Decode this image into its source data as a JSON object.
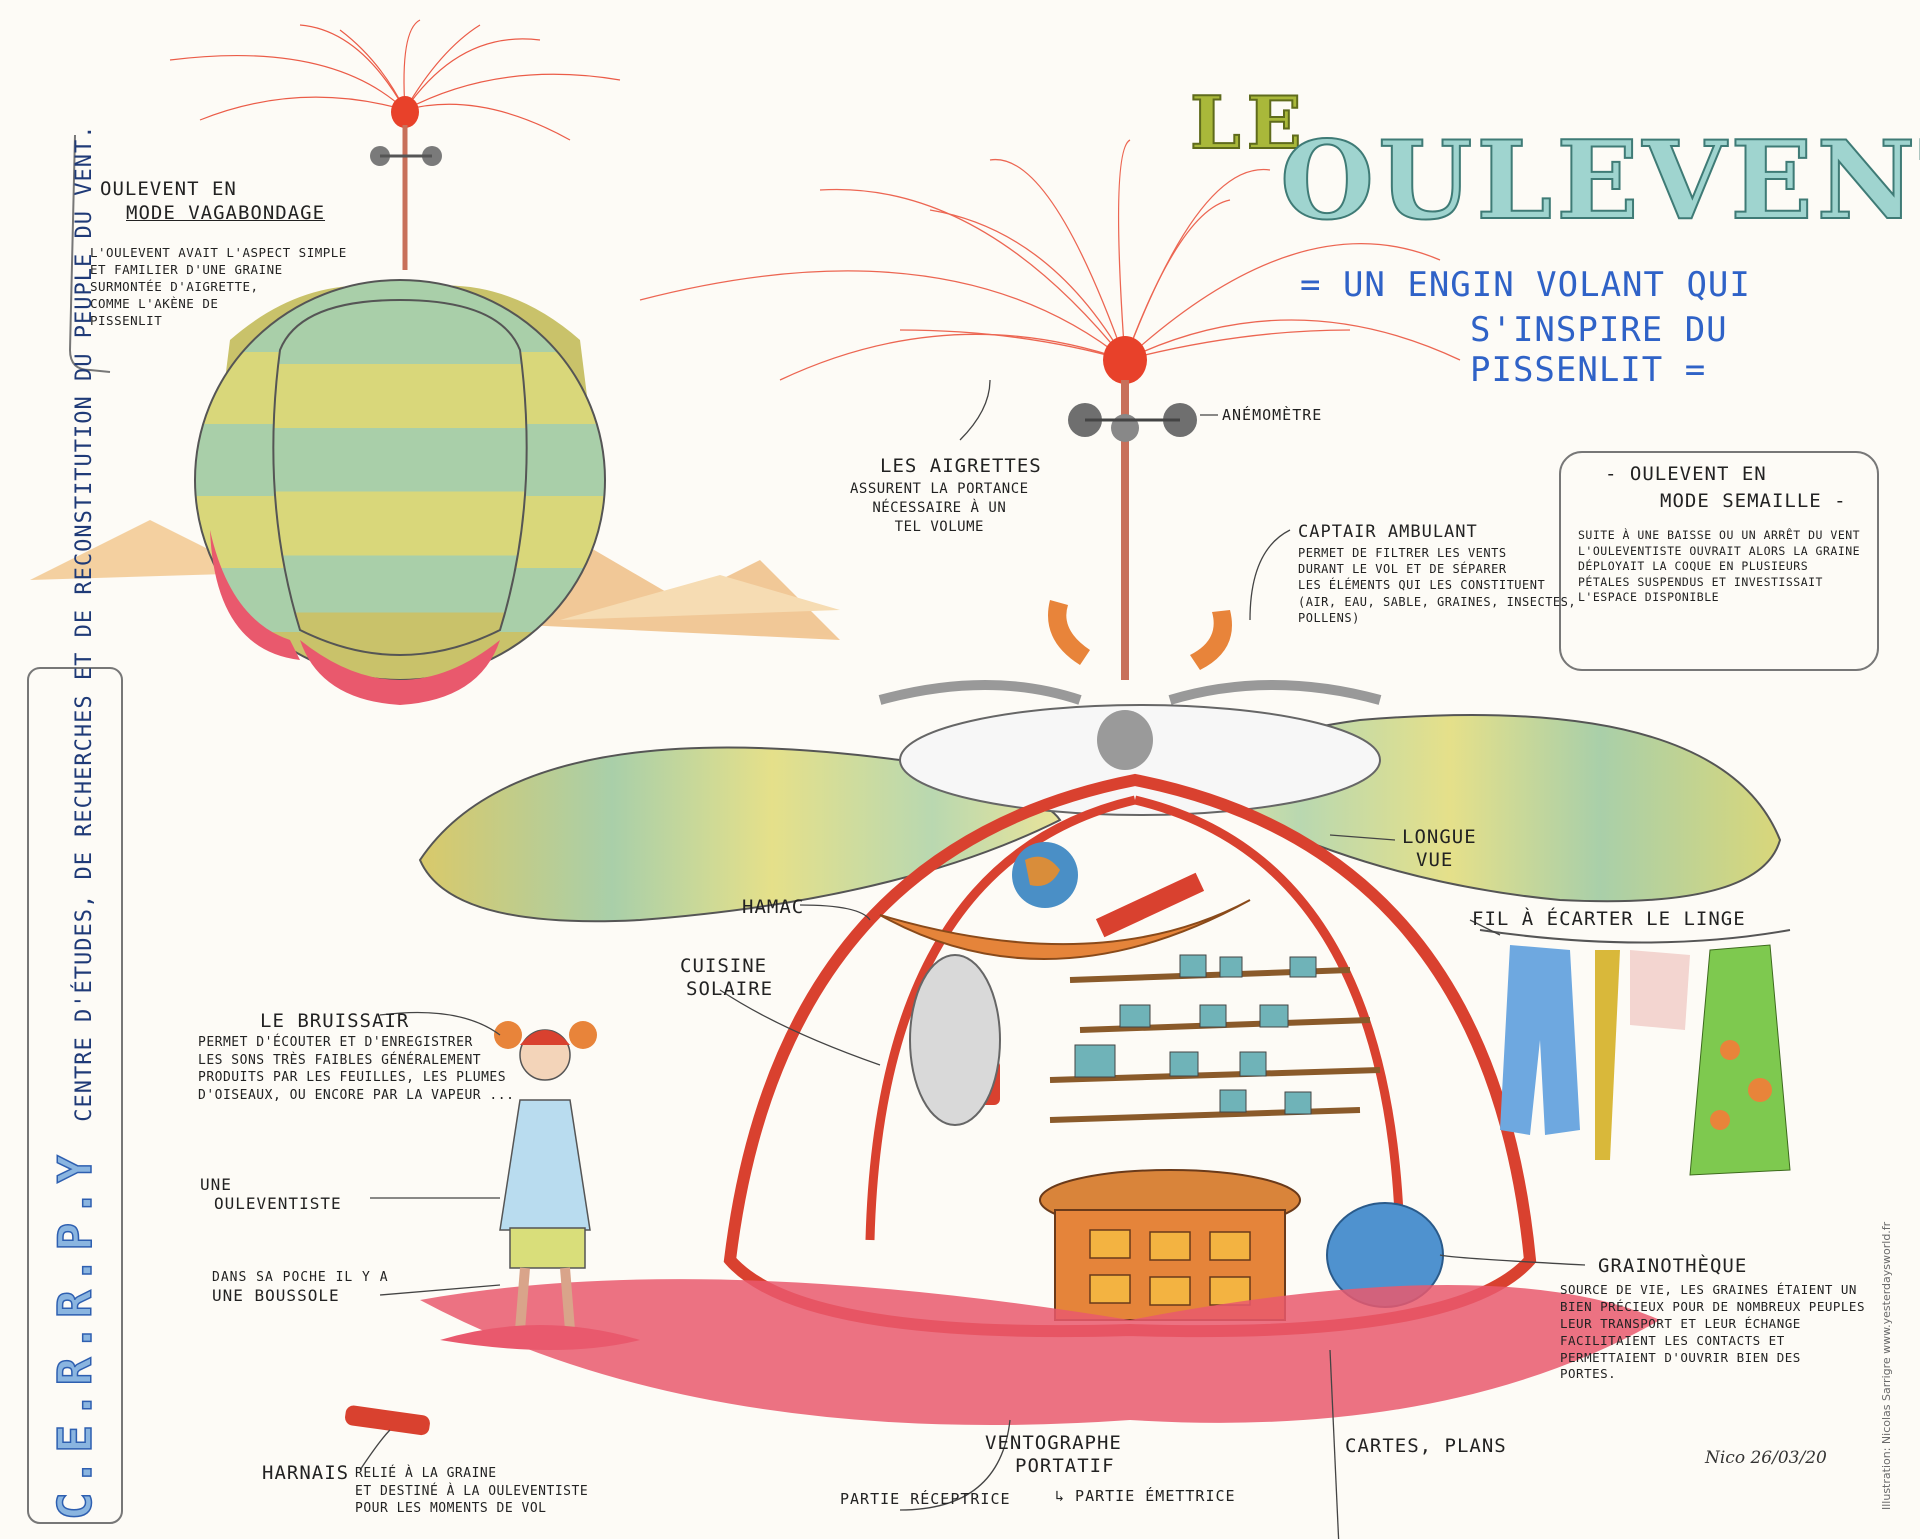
{
  "title": {
    "le": "LE",
    "main": "OULEVENT"
  },
  "subtitle": {
    "line1": "= UN ENGIN VOLANT QUI",
    "line2": "S'INSPIRE DU PISSENLIT ="
  },
  "organization": {
    "acronym": "C.E.R.R.P.Y",
    "description": "CENTRE D'ÉTUDES, DE RECHERCHES ET DE RECONSTITUTION DU PEUPLE DU VENT."
  },
  "panels": {
    "vagabondage": {
      "title1": "OULEVENT EN",
      "title2": "MODE VAGABONDAGE",
      "text": [
        "L'OULEVENT AVAIT L'ASPECT SIMPLE",
        "ET FAMILIER D'UNE GRAINE",
        "SURMONTÉE D'AIGRETTE,",
        "COMME L'AKÈNE DE",
        "PISSENLIT"
      ]
    },
    "semaille": {
      "title1": "- OULEVENT EN",
      "title2": "MODE SEMAILLE -",
      "text": [
        "SUITE À UNE BAISSE OU UN ARRÊT DU VENT",
        "L'OULEVENTISTE OUVRAIT ALORS LA GRAINE",
        "DÉPLOYAIT LA COQUE EN PLUSIEURS",
        "PÉTALES SUSPENDUS ET INVESTISSAIT",
        "L'ESPACE DISPONIBLE"
      ]
    }
  },
  "labels": {
    "anemometre": "ANÉMOMÈTRE",
    "aigrettes": {
      "title": "LES AIGRETTES",
      "text": [
        "ASSURENT LA PORTANCE",
        "NÉCESSAIRE À UN",
        "TEL VOLUME"
      ]
    },
    "captair": {
      "title": "CAPTAIR AMBULANT",
      "text": [
        "PERMET DE FILTRER LES VENTS",
        "DURANT LE VOL ET DE SÉPARER",
        "LES ÉLÉMENTS QUI LES CONSTITUENT",
        "(AIR, EAU, SABLE, GRAINES, INSECTES,",
        "POLLENS)"
      ]
    },
    "longue_vue": [
      "LONGUE",
      "VUE"
    ],
    "hamac": "HAMAC",
    "fil_linge": "FIL À ÉCARTER LE LINGE",
    "cuisine": [
      "CUISINE",
      "SOLAIRE"
    ],
    "bruissair": {
      "title": "LE BRUISSAIR",
      "text": [
        "PERMET D'ÉCOUTER ET D'ENREGISTRER",
        "LES SONS TRÈS FAIBLES GÉNÉRALEMENT",
        "PRODUITS PAR LES FEUILLES, LES PLUMES",
        "D'OISEAUX, OU ENCORE PAR LA VAPEUR ..."
      ]
    },
    "ouleventiste": [
      "UNE",
      "OULEVENTISTE"
    ],
    "boussole": [
      "DANS SA POCHE IL Y A",
      "UNE BOUSSOLE"
    ],
    "grainotheque": {
      "title": "GRAINOTHÈQUE",
      "text": [
        "SOURCE DE VIE, LES GRAINES ÉTAIENT UN",
        "BIEN PRÉCIEUX POUR DE NOMBREUX PEUPLES",
        "LEUR TRANSPORT ET LEUR ÉCHANGE",
        "FACILITAIENT LES CONTACTS ET",
        "PERMETTAIENT D'OUVRIR BIEN DES",
        "PORTES."
      ]
    },
    "cartes": "CARTES, PLANS",
    "ventographe": [
      "VENTOGRAPHE",
      "PORTATIF"
    ],
    "partie_receptrice": "PARTIE RÉCEPTRICE",
    "partie_emettrice": "↳ PARTIE ÉMETTRICE",
    "harnais": {
      "title": "HARNAIS",
      "text": [
        "RELIÉ À LA GRAINE",
        "ET DESTINÉ À LA OULEVENTISTE",
        "POUR LES MOMENTS DE VOL"
      ]
    }
  },
  "signature": "Nico 26/03/20",
  "credit": "Illustration: Nicolas Sarrigre  www.yesterdaysworld.fr",
  "colors": {
    "aigrette": "#e8412a",
    "petal_green": "#a9cfa9",
    "petal_yellow": "#d9d77a",
    "frame_red": "#d9412f",
    "sand": "#f0c68e",
    "ground": "#e9596d",
    "title_blue": "#2f62c7"
  }
}
